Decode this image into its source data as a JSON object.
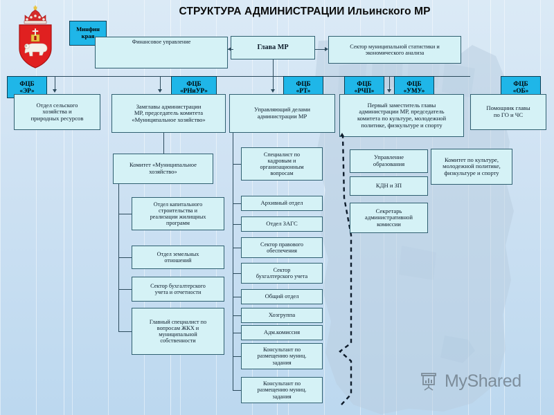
{
  "slide": {
    "title": "СТРУКТУРА АДМИНИСТРАЦИИ Ильинского  МР",
    "watermark": "MyShared",
    "coat_of_arms": "perm-krai-coat-of-arms",
    "background_map": "ilyinsky-district-map",
    "colors": {
      "accent_cyan": "#1fb6e8",
      "box_fill": "#d5f2f6",
      "box_border": "#2f5f70",
      "connector": "#2b4a5c",
      "slide_bg": "#cfe2f3",
      "title_text": "#0b0b0b"
    }
  },
  "top": {
    "minfin": "Минфин\nкрая",
    "finupr": "Финансовое управление",
    "head": "Глава МР",
    "stat": "Сектор муниципальной статистики и\nэкономического анализа"
  },
  "fcb": {
    "er": "ФЦБ\n«ЭР»",
    "rniur": "ФЦБ\n«РНиУР»",
    "rt": "ФЦБ\n«РТ»",
    "rchp": "ФЦБ\n«РЧП»",
    "umu": "ФЦБ\n«УМУ»",
    "ob": "ФЦБ\n«ОБ»"
  },
  "level2": {
    "agro": "Отдел сельского\nхозяйства и\nприродных ресурсов",
    "deputy_mh": "Замглавы администрации\nМР,  председатель комитета\n«Муниципальное хозяйство»",
    "affairs": "Управляющий делами\nадминистрации МР",
    "first_deputy": "Первый заместитель главы\nадминистрации МР, председатель\nкомитета по культуре, молодежной\nполитике, физкультуре и спорту",
    "assistant": "Помощник главы\nпо ГО и ЧС"
  },
  "mh_branch": {
    "committee": "Комитет «Муниципальное\nхозяйство»",
    "items": [
      "Отдел капитального\nстроительства  и\nреализации жилищных\nпрограмм",
      "Отдел земельных\nотношений",
      "Сектор бухгалтерского\nучета и отчетности",
      "Главный специалист по\nвопросам ЖКХ и\nмуниципальной\nсобственности"
    ]
  },
  "affairs_branch": {
    "items": [
      "Специалист по\nкадровым и\nорганизационным\nвопросам",
      "Архивный отдел",
      "Отдел ЗАГС",
      "Сектор правового\nобеспечения",
      "Сектор\nбухгалтерского учета",
      "Общий отдел",
      "Хозгруппа",
      "Адм.комиссия",
      "Консультант по\nразмещению муниц.\nзадания",
      "Консультант по\nразмещению муниц.\nзадания"
    ]
  },
  "culture_branch": {
    "items": [
      "Управление\nобразования",
      "КДН и ЗП",
      "Секретарь\nадминистративной\nкомиссии"
    ],
    "committee": "Комитет по культуре,\nмолодежной политике,\nфизкультуре и спорту"
  }
}
